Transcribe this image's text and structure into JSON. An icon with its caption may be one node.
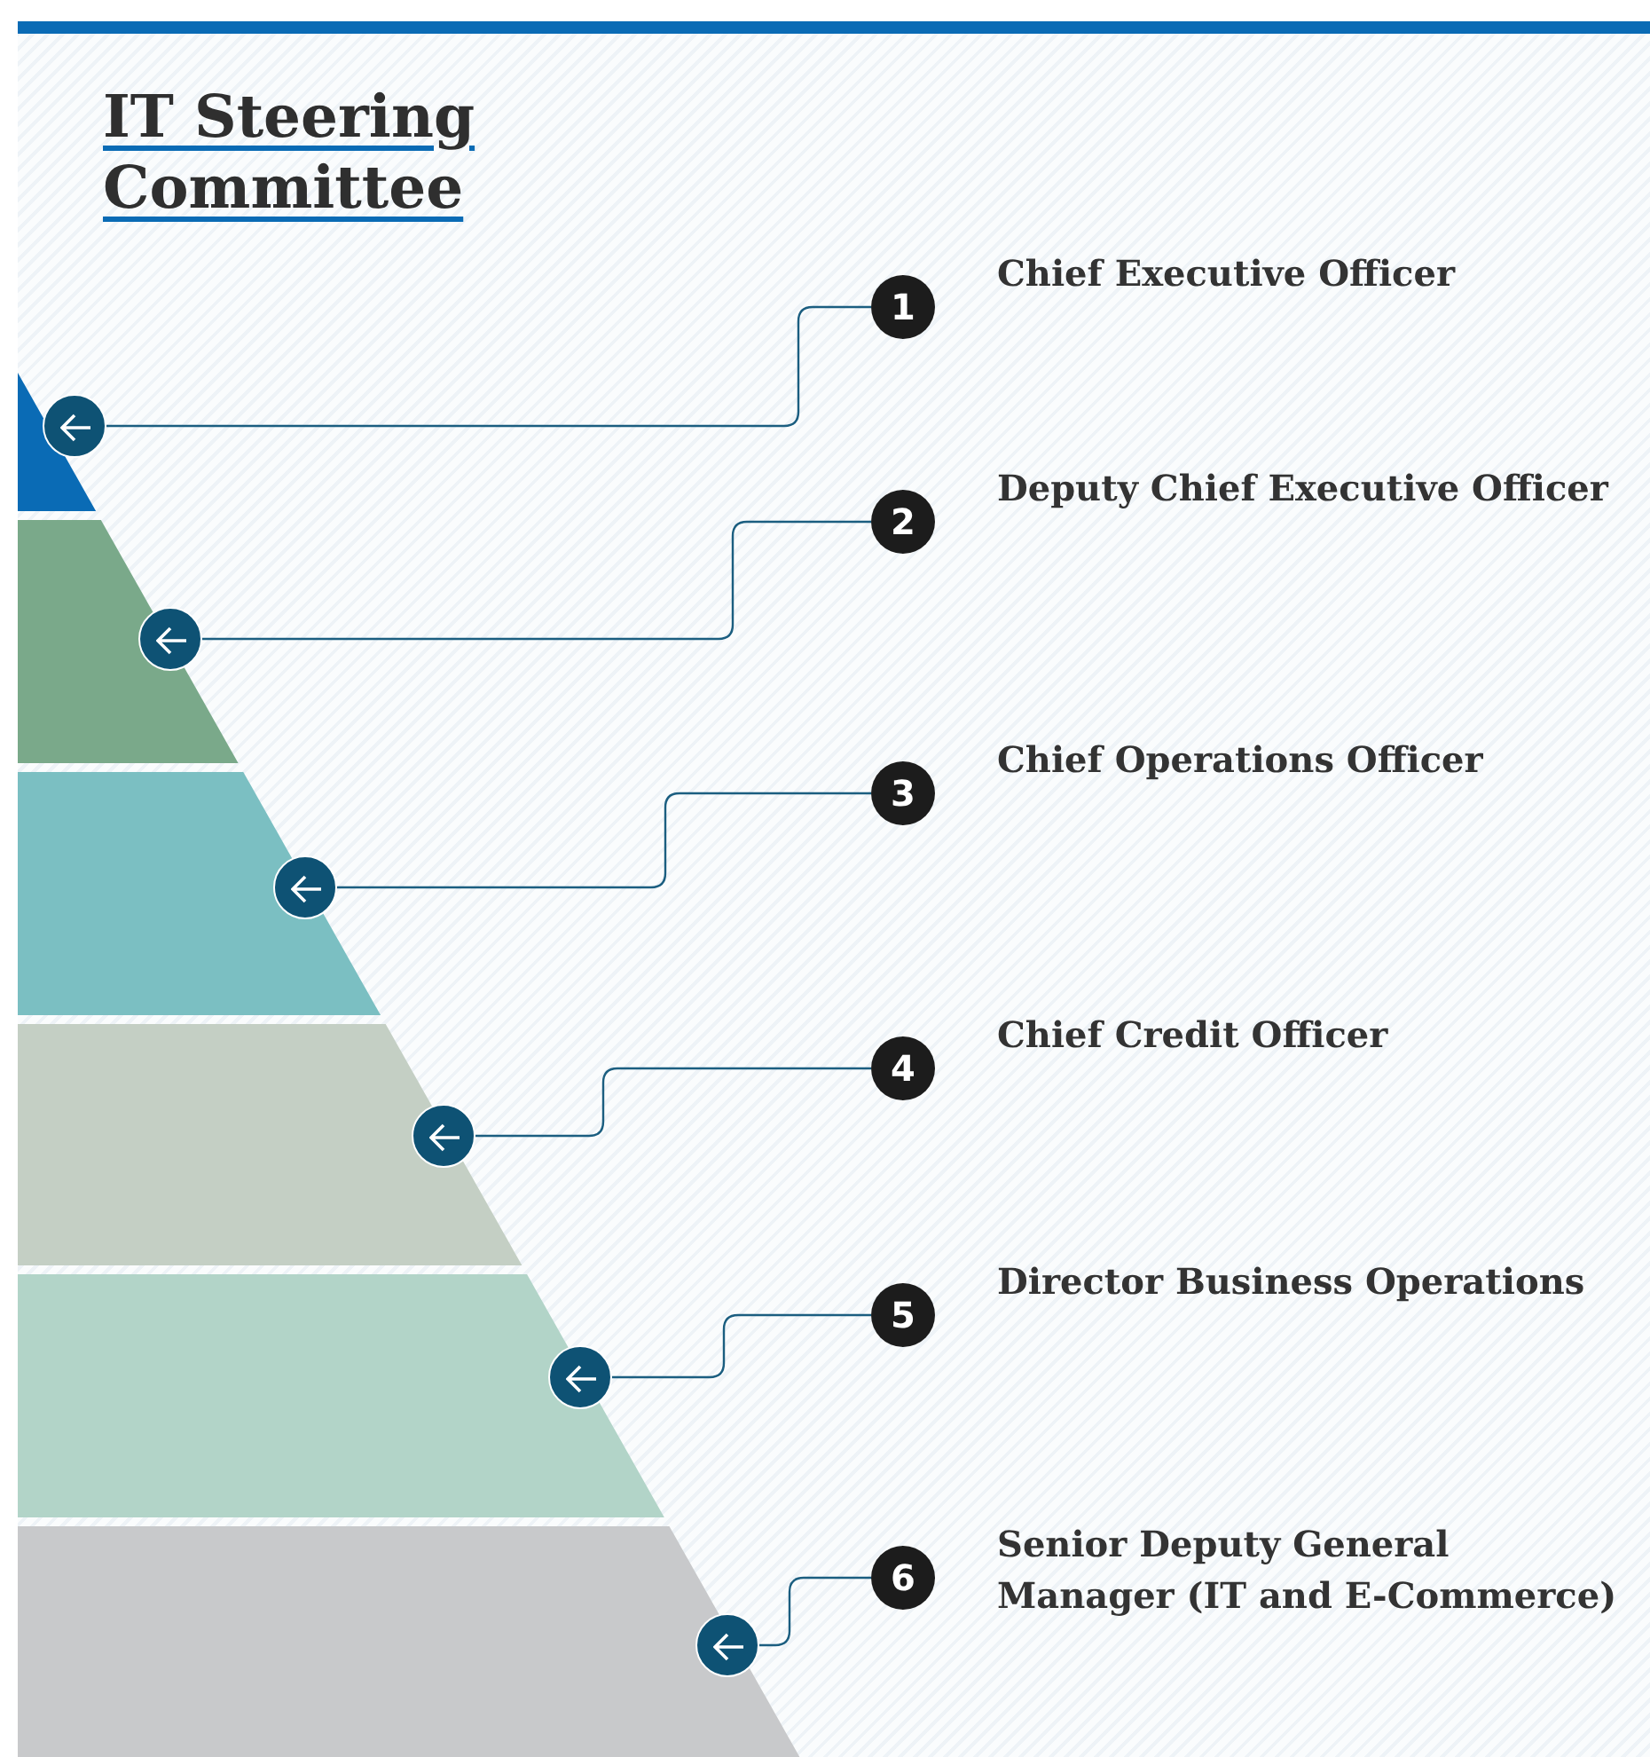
{
  "diagram": {
    "title": "IT Steering Committee",
    "nodes": [
      {
        "text": [
          "1"
        ],
        "beside": [
          "Chief Executive Officer"
        ]
      },
      {
        "text": [],
        "shape": "circle"
      },
      {
        "text": [
          "2"
        ],
        "beside": [
          "Deputy Chief Executive Officer"
        ]
      },
      {
        "text": [],
        "shape": "circle"
      },
      {
        "text": [
          "3"
        ],
        "beside": [
          "Chief Operations Officer"
        ]
      },
      {
        "text": [],
        "shape": "circle"
      },
      {
        "text": [
          "4"
        ],
        "beside": [
          "Chief Credit Officer"
        ]
      },
      {
        "text": [],
        "shape": "circle"
      },
      {
        "text": [
          "5"
        ],
        "beside": [
          "Director Business Operations"
        ]
      },
      {
        "text": [],
        "shape": "circle"
      },
      {
        "text": [
          "6"
        ],
        "beside": [
          "Senior Deputy General Manager (IT and E-Commerce)"
        ]
      },
      {
        "text": [],
        "shape": "circle"
      }
    ],
    "edges": [
      {
        "from": 0,
        "to": 1,
        "arrow": "none"
      },
      {
        "from": 2,
        "to": 3,
        "arrow": "none"
      },
      {
        "from": 4,
        "to": 5,
        "arrow": "none"
      },
      {
        "from": 6,
        "to": 7,
        "arrow": "none"
      },
      {
        "from": 8,
        "to": 9,
        "arrow": "none"
      },
      {
        "from": 10,
        "to": 11,
        "arrow": "none"
      }
    ]
  }
}
